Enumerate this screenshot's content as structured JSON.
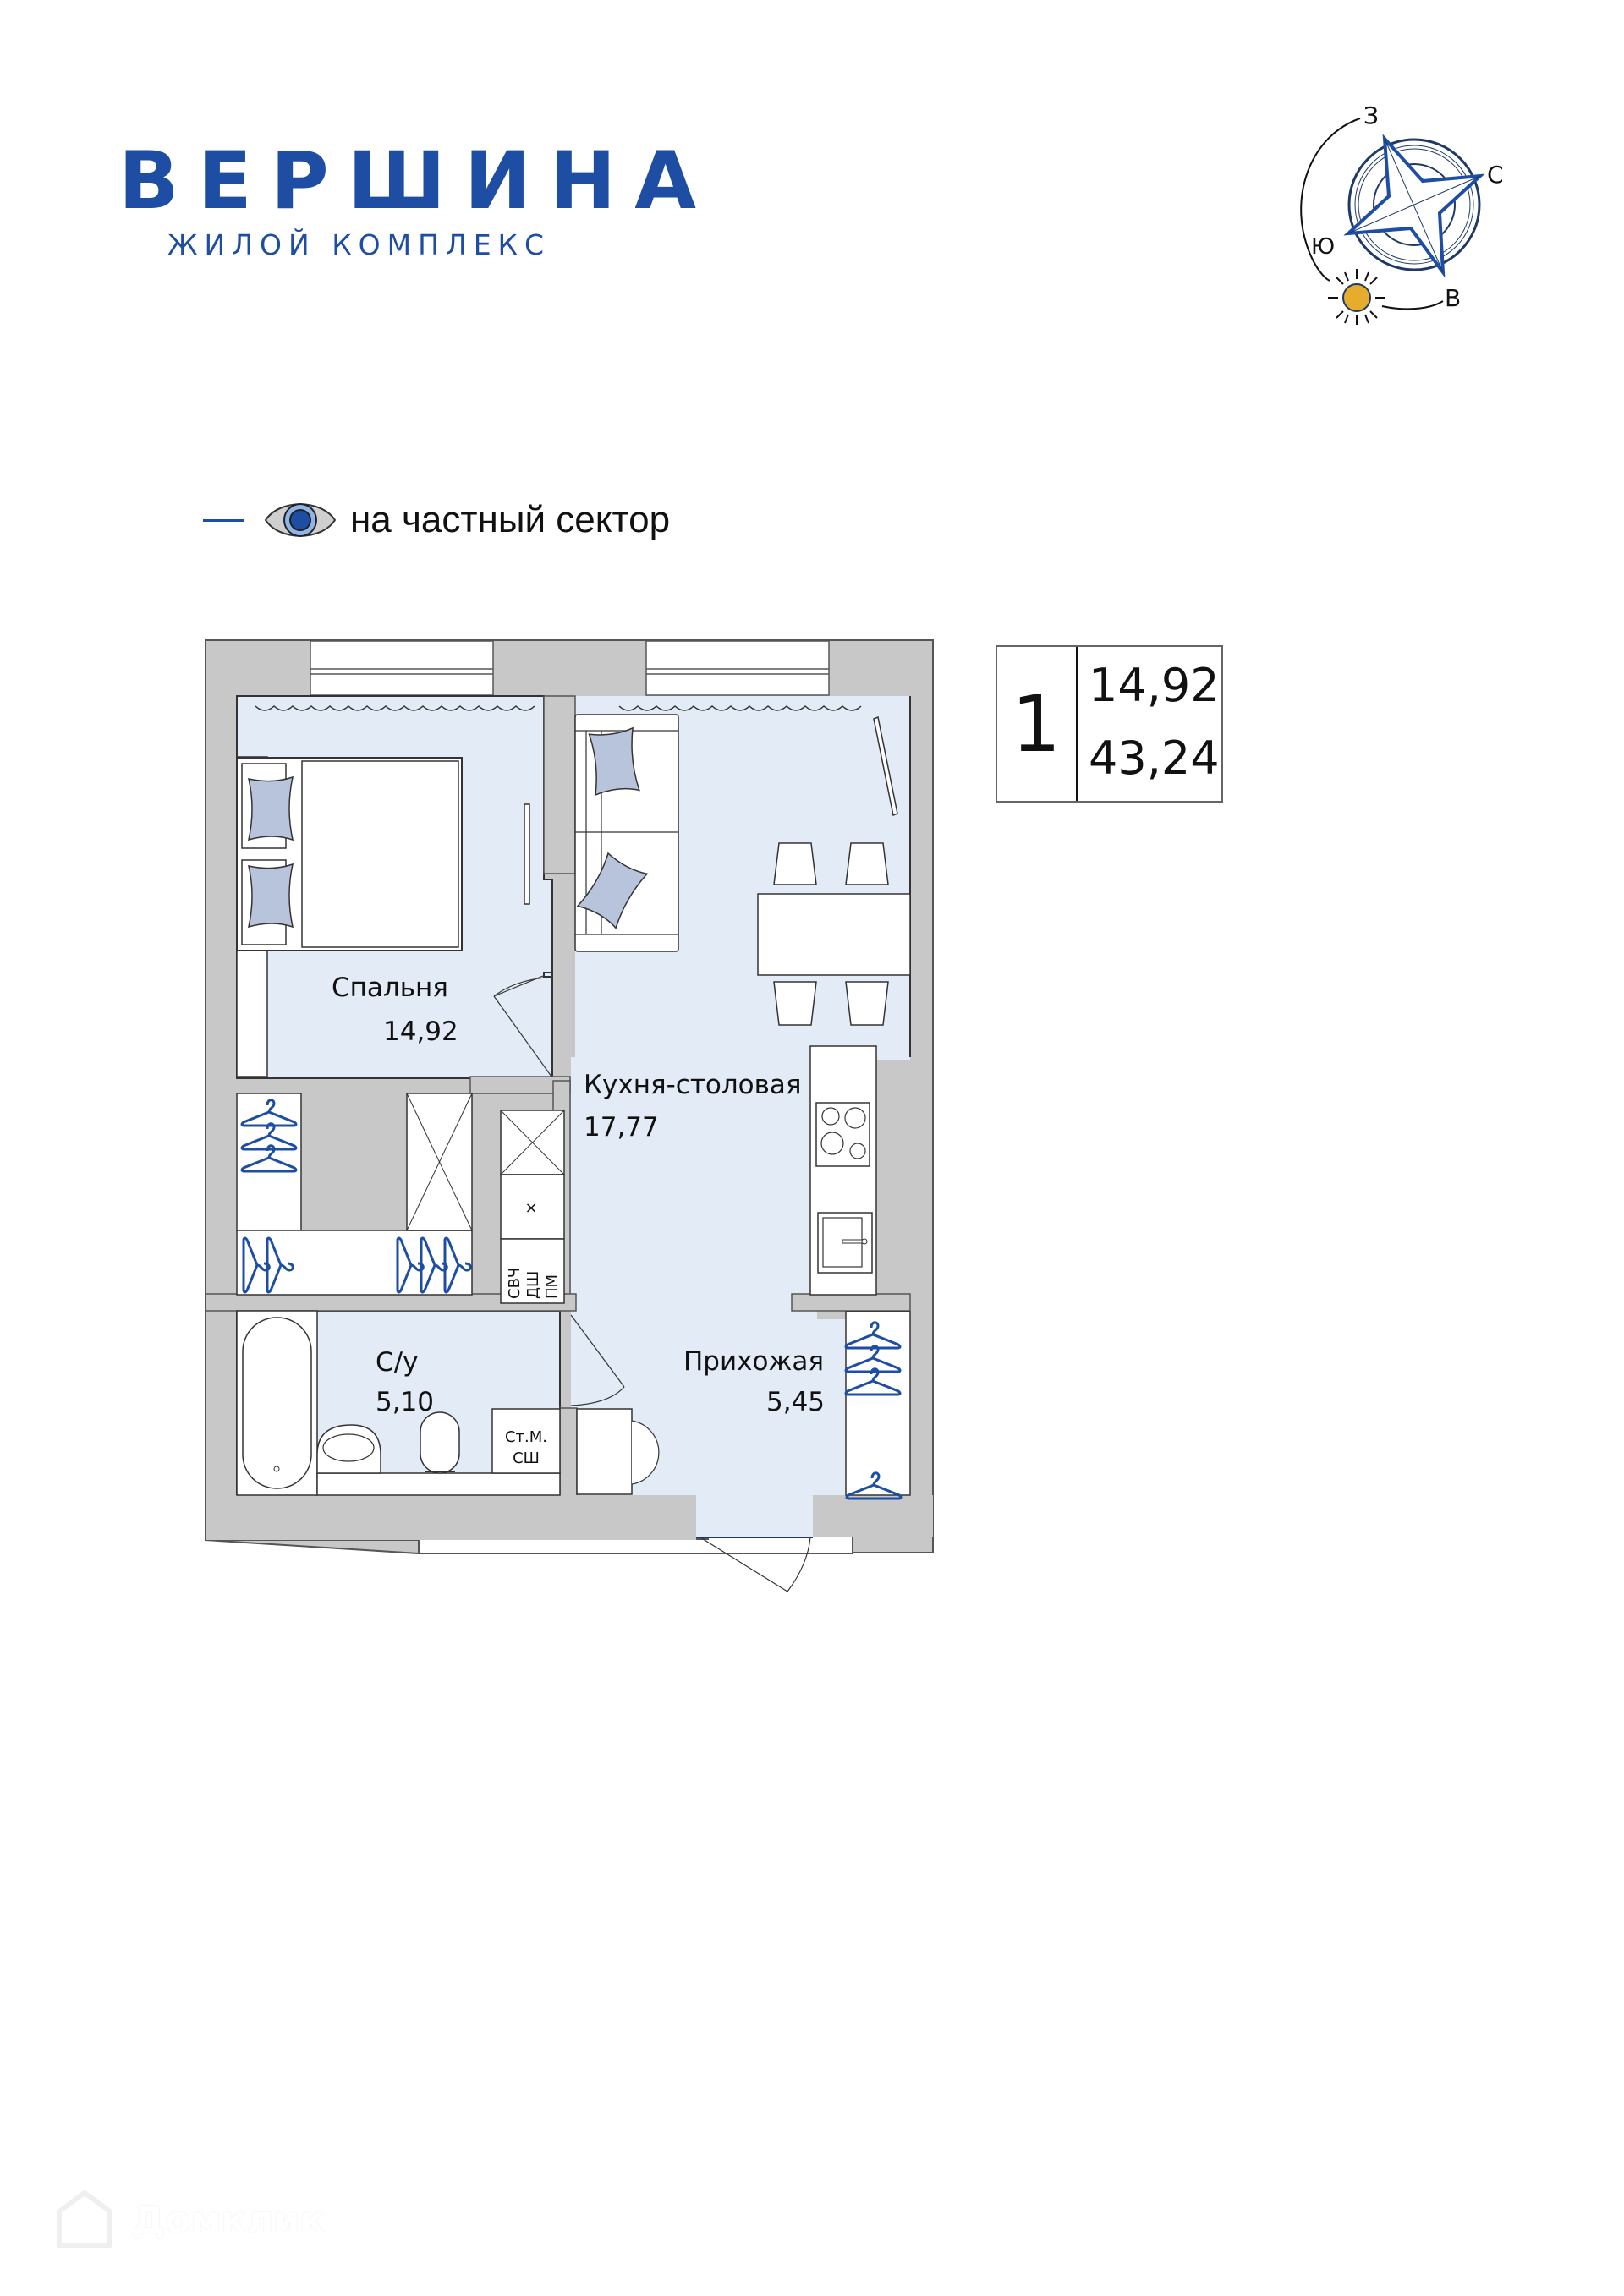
{
  "brand": {
    "title": "ВЕРШИНА",
    "subtitle": "ЖИЛОЙ КОМПЛЕКС",
    "color": "#1d4ea3"
  },
  "compass": {
    "labels": {
      "west": "З",
      "north": "С",
      "south": "Ю",
      "east": "В"
    },
    "sun_color": "#e8ac2c",
    "star_color": "#1d4ea3"
  },
  "view_legend": {
    "icon": "eye-icon",
    "text": "на частный сектор"
  },
  "summary": {
    "rooms": "1",
    "living_area": "14,92",
    "total_area": "43,24"
  },
  "rooms": [
    {
      "id": "bedroom",
      "name": "Спальня",
      "area": "14,92"
    },
    {
      "id": "kitchen",
      "name": "Кухня-столовая",
      "area": "17,77"
    },
    {
      "id": "bathroom",
      "name": "С/у",
      "area": "5,10"
    },
    {
      "id": "hallway",
      "name": "Прихожая",
      "area": "5,45"
    }
  ],
  "fixture_labels": {
    "niche_appliances": [
      "СВЧ",
      "ДШ",
      "ПМ"
    ],
    "niche_x": "×",
    "washer": [
      "Ст.М.",
      "СШ"
    ]
  },
  "colors": {
    "floor": "#e3ebf6",
    "wall": "#c8c8c8",
    "accent": "#1d4ea3"
  },
  "watermark": {
    "text": "Домклик",
    "icon": "house-logo-icon"
  }
}
